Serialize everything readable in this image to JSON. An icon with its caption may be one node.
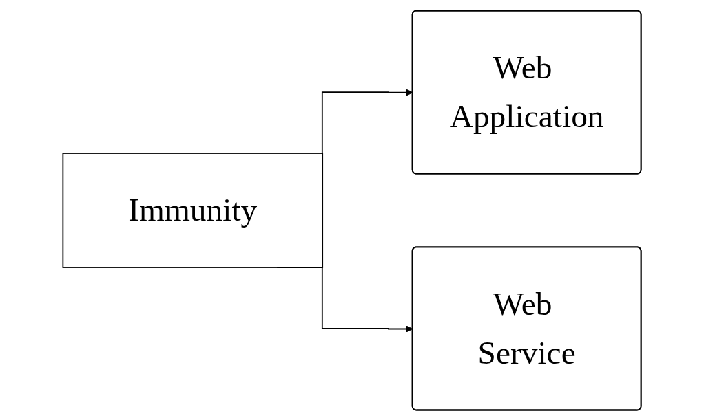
{
  "diagram": {
    "nodes": [
      {
        "text": [
          "Immunity"
        ]
      },
      {
        "text": [
          "Web Application"
        ]
      },
      {
        "text": [
          "Web Service"
        ]
      }
    ],
    "edges": [
      {
        "from": 0,
        "to": 1,
        "arrow": "to"
      },
      {
        "from": 0,
        "to": 2,
        "arrow": "to"
      }
    ]
  }
}
